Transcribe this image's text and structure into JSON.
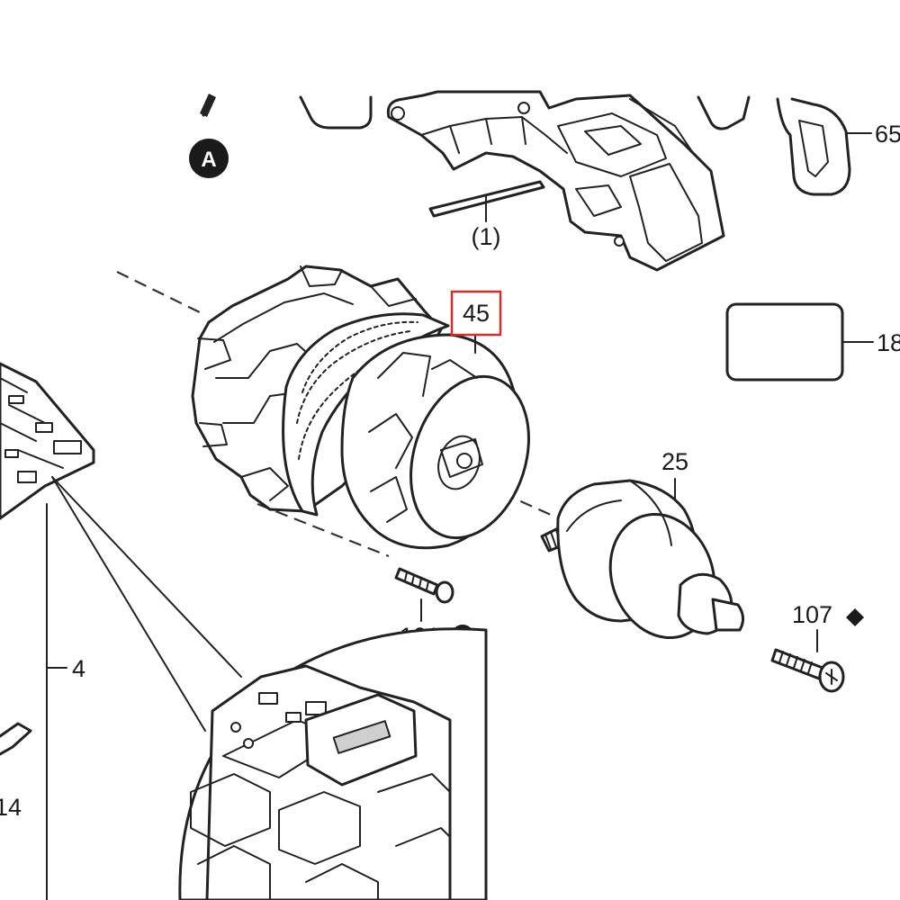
{
  "labels": {
    "part_65": "65",
    "part_1": "(1)",
    "part_45": "45",
    "part_18": "18",
    "part_25": "25",
    "part_4": "4",
    "part_101": "101",
    "part_107": "107",
    "part_14_partial": "14",
    "callout_a": "A"
  },
  "icons": {
    "part_101_marker": "star-circle-icon",
    "part_107_marker": "diamond-icon",
    "callout_a_marker": "circle-letter-icon"
  },
  "colors": {
    "highlight_box": "#d32f2f",
    "line": "#222222",
    "callout_fill": "#1a1a1a"
  }
}
